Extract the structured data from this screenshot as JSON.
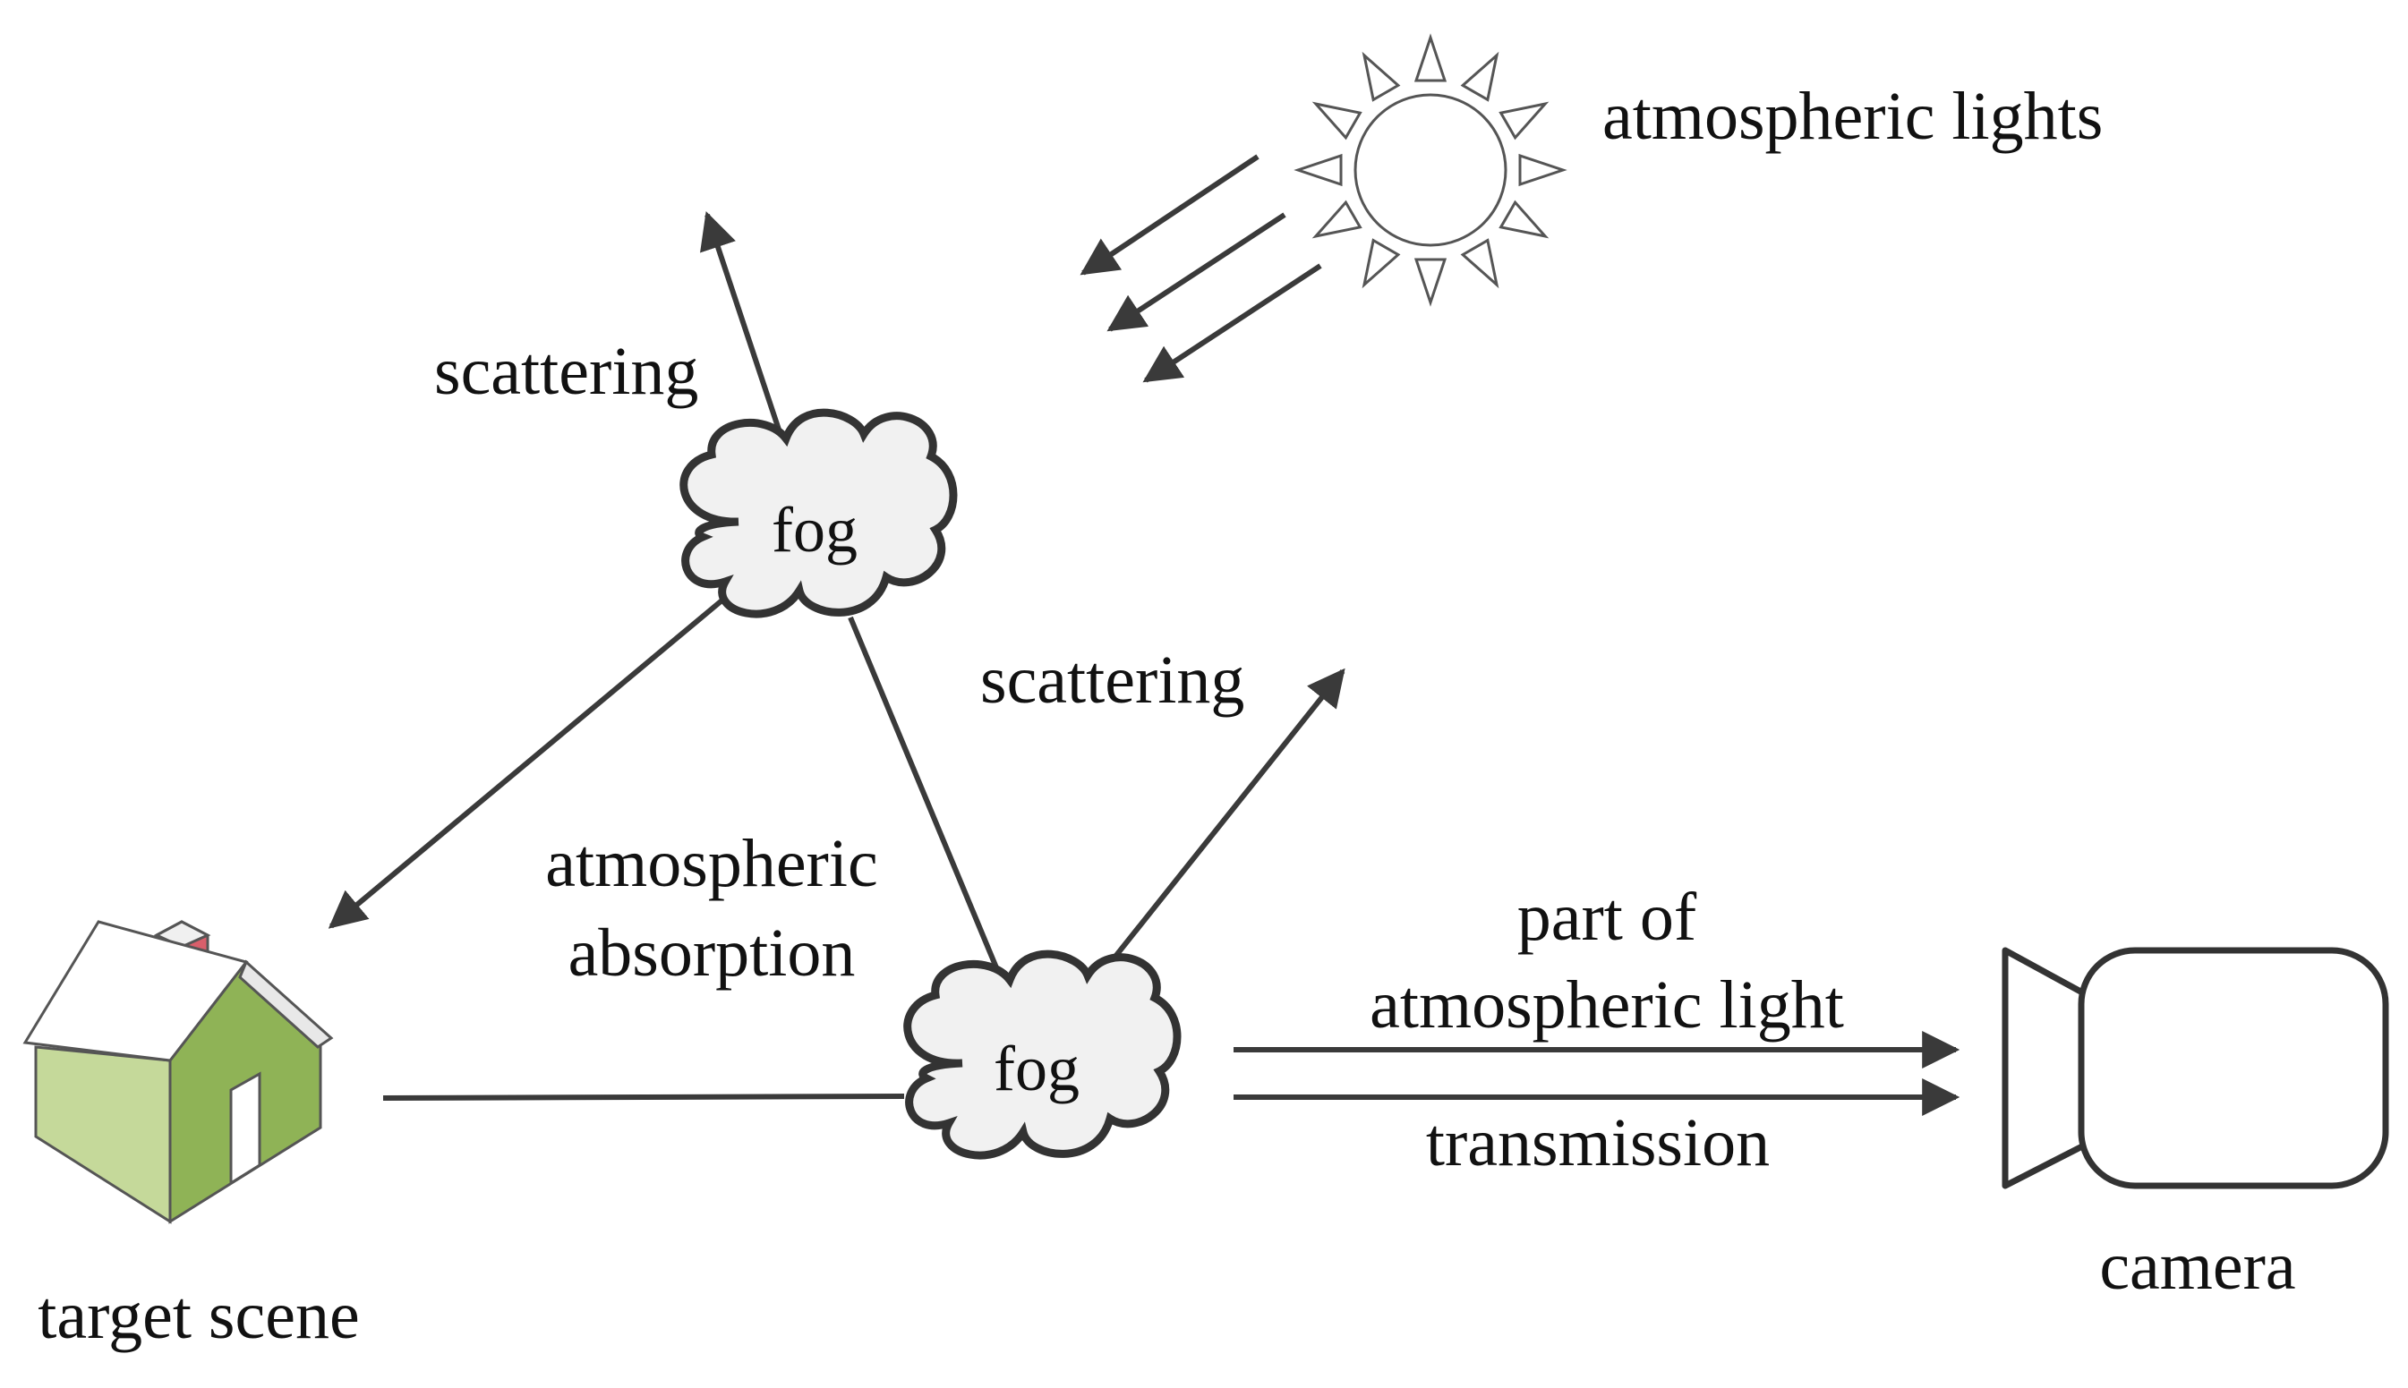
{
  "labels": {
    "atmospheric_lights": "atmospheric lights",
    "scattering_top": "scattering",
    "scattering_mid": "scattering",
    "fog_top": "fog",
    "fog_bottom": "fog",
    "absorption_line1": "atmospheric",
    "absorption_line2": "absorption",
    "part_line1": "part of",
    "part_line2": "atmospheric light",
    "transmission": "transmission",
    "target_scene": "target scene",
    "camera": "camera"
  },
  "colors": {
    "line": "#3a3a3a",
    "cloud_fill": "#f1f1f1",
    "house_wall": "#8fb356",
    "house_roof": "#ffffff",
    "chimney": "#d95f6b",
    "camera_fill": "#ffffff"
  },
  "icons": [
    "sun-icon",
    "cloud-icon",
    "house-icon",
    "camera-icon"
  ]
}
